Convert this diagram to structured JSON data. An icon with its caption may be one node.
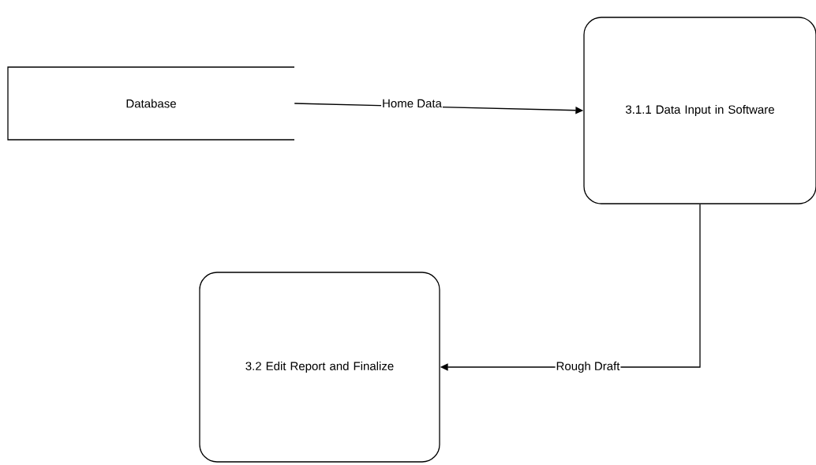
{
  "diagram": {
    "nodes": [
      {
        "text": [
          "Database"
        ]
      },
      {
        "text": [
          "3.1.1 Data Input in Software"
        ]
      },
      {
        "text": [
          "3.2 Edit Report and Finalize"
        ]
      }
    ],
    "edges": [
      {
        "from": 0,
        "to": 1,
        "arrow": "to",
        "label": "Home Data"
      },
      {
        "from": 1,
        "to": 2,
        "arrow": "to",
        "label": "Rough Draft"
      }
    ]
  }
}
